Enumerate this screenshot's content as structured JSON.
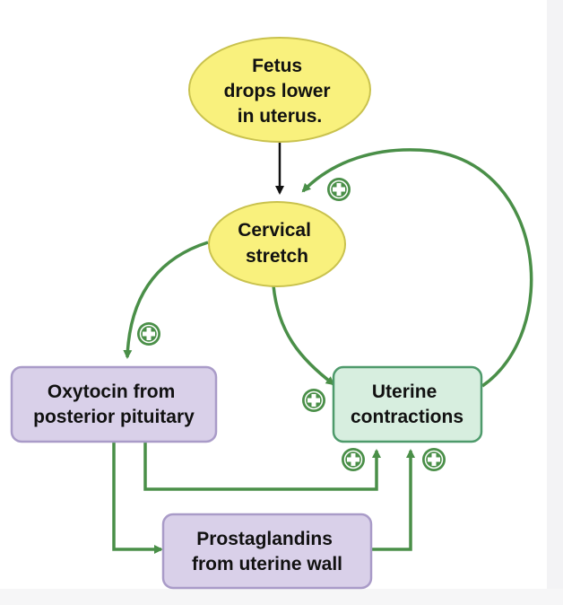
{
  "nodes": {
    "fetus": {
      "lines": [
        "Fetus",
        "drops lower",
        "in uterus."
      ],
      "fill": "#f9f17d",
      "stroke": "#c9c24e"
    },
    "cervical": {
      "lines": [
        "Cervical",
        "stretch"
      ],
      "fill": "#f9f17d",
      "stroke": "#c9c24e"
    },
    "oxytocin": {
      "lines": [
        "Oxytocin from",
        "posterior pituitary"
      ],
      "fill": "#d9d0e9",
      "stroke": "#a99bc8"
    },
    "uterine": {
      "lines": [
        "Uterine",
        "contractions"
      ],
      "fill": "#d7eedf",
      "stroke": "#4e9a6b"
    },
    "prostaglandins": {
      "lines": [
        "Prostaglandins",
        "from uterine wall"
      ],
      "fill": "#d9d0e9",
      "stroke": "#a99bc8"
    }
  },
  "colors": {
    "arrow_green": "#4a8f48",
    "arrow_black": "#111111",
    "plus_badge_fill": "#4a8f48",
    "plus_badge_cross": "#ffffff"
  },
  "icons": {
    "positive_feedback": "plus-circle-icon"
  }
}
